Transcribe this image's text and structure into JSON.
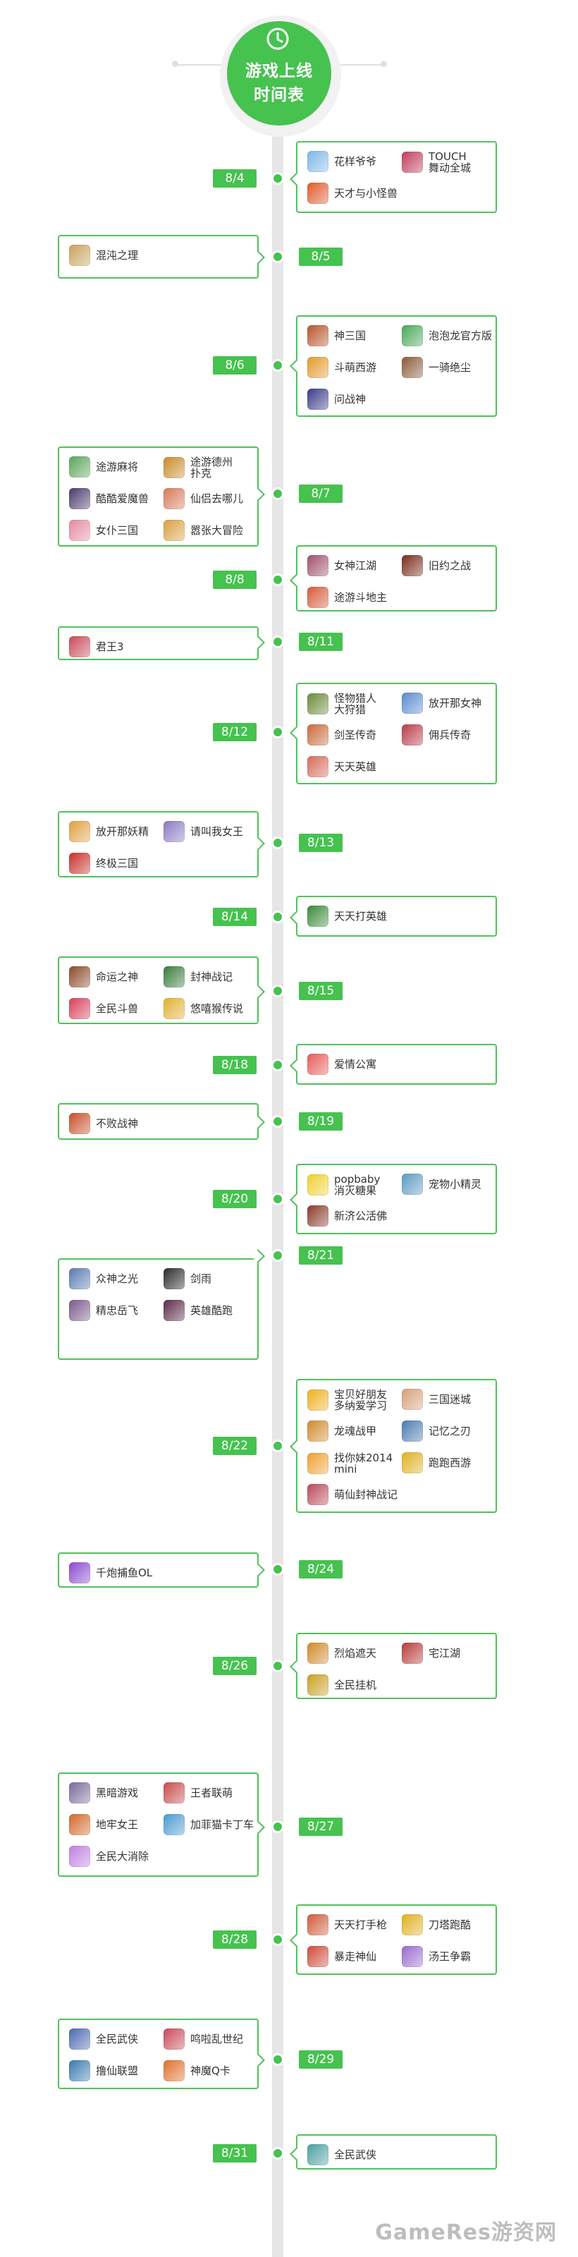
{
  "header": {
    "title_line1": "游戏上线",
    "title_line2": "时间表",
    "accent": "#46c24f"
  },
  "entries": [
    {
      "date": "8/4",
      "side": "right",
      "games": [
        {
          "name": "花样爷爷",
          "icon": "grandpa-game-icon",
          "color": "#7fb7e6"
        },
        {
          "name": "TOUCH\n舞动全城",
          "icon": "touch-dance-icon",
          "color": "#c23b5b"
        },
        {
          "name": "天才与小怪兽",
          "icon": "genius-monster-icon",
          "color": "#e05a2a"
        }
      ]
    },
    {
      "date": "8/5",
      "side": "left",
      "games": [
        {
          "name": "混沌之理",
          "icon": "chaos-theory-icon",
          "color": "#c9a15c"
        }
      ]
    },
    {
      "date": "8/6",
      "side": "right",
      "games": [
        {
          "name": "神三国",
          "icon": "god-three-kingdoms-icon",
          "color": "#b8542a"
        },
        {
          "name": "泡泡龙官方版",
          "icon": "bubble-dragon-icon",
          "color": "#49a85a"
        },
        {
          "name": "斗萌西游",
          "icon": "dou-meng-xiyou-icon",
          "color": "#e49a2c"
        },
        {
          "name": "一骑绝尘",
          "icon": "one-rider-icon",
          "color": "#8a5a3a"
        },
        {
          "name": "问战神",
          "icon": "war-god-icon",
          "color": "#3a3a8a"
        }
      ]
    },
    {
      "date": "8/7",
      "side": "left",
      "games": [
        {
          "name": "途游麻将",
          "icon": "tuyou-mahjong-icon",
          "color": "#5aa55a"
        },
        {
          "name": "途游德州\n扑克",
          "icon": "tuyou-poker-icon",
          "color": "#c98a2a"
        },
        {
          "name": "酷酷爱魔兽",
          "icon": "kuku-warcraft-icon",
          "color": "#4a3a6a"
        },
        {
          "name": "仙侣去哪儿",
          "icon": "xianlv-icon",
          "color": "#d67a5a"
        },
        {
          "name": "女仆三国",
          "icon": "maid-three-kingdoms-icon",
          "color": "#e48aa0"
        },
        {
          "name": "嚣张大冒险",
          "icon": "arrogant-adventure-icon",
          "color": "#d9a040"
        }
      ]
    },
    {
      "date": "8/8",
      "side": "right",
      "games": [
        {
          "name": "女神江湖",
          "icon": "goddess-jianghu-icon",
          "color": "#a0506a"
        },
        {
          "name": "旧约之战",
          "icon": "old-testament-war-icon",
          "color": "#7a2a1a"
        },
        {
          "name": "途游斗地主",
          "icon": "tuyou-landlord-icon",
          "color": "#d65a3a"
        }
      ]
    },
    {
      "date": "8/11",
      "side": "left",
      "games": [
        {
          "name": "君王3",
          "icon": "king3-icon",
          "color": "#c84a5a"
        }
      ]
    },
    {
      "date": "8/12",
      "side": "right",
      "games": [
        {
          "name": "怪物猎人\n大狩猎",
          "icon": "monster-hunter-icon",
          "color": "#6a8a3a"
        },
        {
          "name": "放开那女神",
          "icon": "let-go-goddess-icon",
          "color": "#5a8ad0"
        },
        {
          "name": "剑圣传奇",
          "icon": "sword-saint-icon",
          "color": "#c86a3a"
        },
        {
          "name": "佣兵传奇",
          "icon": "mercenary-legend-icon",
          "color": "#b83a4a"
        },
        {
          "name": "天天英雄",
          "icon": "daily-hero-icon",
          "color": "#d66a5a"
        }
      ]
    },
    {
      "date": "8/13",
      "side": "left",
      "games": [
        {
          "name": "放开那妖精",
          "icon": "let-go-fairy-icon",
          "color": "#e0a040"
        },
        {
          "name": "请叫我女王",
          "icon": "call-me-queen-icon",
          "color": "#8a7ac0"
        },
        {
          "name": "终极三国",
          "icon": "ultimate-three-kingdoms-icon",
          "color": "#c8302a"
        }
      ]
    },
    {
      "date": "8/14",
      "side": "right",
      "games": [
        {
          "name": "天天打英雄",
          "icon": "daily-fight-hero-icon",
          "color": "#3a8a3a"
        }
      ]
    },
    {
      "date": "8/15",
      "side": "left",
      "games": [
        {
          "name": "命运之神",
          "icon": "fate-god-icon",
          "color": "#8a4a2a"
        },
        {
          "name": "封神战记",
          "icon": "fengshen-war-icon",
          "color": "#3a7a3a"
        },
        {
          "name": "全民斗兽",
          "icon": "all-beast-fight-icon",
          "color": "#d6405a"
        },
        {
          "name": "悠嘻猴传说",
          "icon": "youxi-monkey-icon",
          "color": "#e0b030"
        }
      ]
    },
    {
      "date": "8/18",
      "side": "right",
      "games": [
        {
          "name": "爱情公寓",
          "icon": "love-apartment-icon",
          "color": "#e85a5a"
        }
      ]
    },
    {
      "date": "8/19",
      "side": "left",
      "games": [
        {
          "name": "不败战神",
          "icon": "undefeated-god-icon",
          "color": "#c8502a"
        }
      ]
    },
    {
      "date": "8/20",
      "side": "right",
      "games": [
        {
          "name": "popbaby\n消灭糖果",
          "icon": "popbaby-icon",
          "color": "#f0d030"
        },
        {
          "name": "宠物小精灵",
          "icon": "pocket-monster-icon",
          "color": "#5a9ac0"
        },
        {
          "name": "新济公活佛",
          "icon": "ji-gong-icon",
          "color": "#8a3a2a"
        }
      ]
    },
    {
      "date": "8/21",
      "side": "left",
      "games": [
        {
          "name": "众神之光",
          "icon": "gods-light-icon",
          "color": "#5a7ab0"
        },
        {
          "name": "剑雨",
          "icon": "sword-rain-icon",
          "color": "#2a2a2a"
        },
        {
          "name": "精忠岳飞",
          "icon": "yue-fei-icon",
          "color": "#7a5a8a"
        },
        {
          "name": "英雄酷跑",
          "icon": "hero-run-icon",
          "color": "#5a2a4a"
        }
      ]
    },
    {
      "date": "8/22",
      "side": "right",
      "games": [
        {
          "name": "宝贝好朋友\n多纳爱学习",
          "icon": "dona-learn-icon",
          "color": "#f0b020"
        },
        {
          "name": "三国迷城",
          "icon": "three-kingdoms-maze-icon",
          "color": "#d6a07a"
        },
        {
          "name": "龙魂战甲",
          "icon": "dragon-armor-icon",
          "color": "#d08a2a"
        },
        {
          "name": "记忆之刃",
          "icon": "memory-blade-icon",
          "color": "#4a7ab0"
        },
        {
          "name": "找你妹2014\nmini",
          "icon": "find-sister-icon",
          "color": "#f0a030"
        },
        {
          "name": "跑跑西游",
          "icon": "run-xiyou-icon",
          "color": "#e0b020"
        },
        {
          "name": "萌仙封神战记",
          "icon": "cute-fengshen-icon",
          "color": "#b84a5a"
        }
      ]
    },
    {
      "date": "8/24",
      "side": "left",
      "games": [
        {
          "name": "千炮捕鱼OL",
          "icon": "fishing-ol-icon",
          "color": "#8a4ad0"
        }
      ]
    },
    {
      "date": "8/26",
      "side": "right",
      "games": [
        {
          "name": "烈焰遮天",
          "icon": "blazing-sky-icon",
          "color": "#d08a2a"
        },
        {
          "name": "宅江湖",
          "icon": "home-jianghu-icon",
          "color": "#b83a3a"
        },
        {
          "name": "全民挂机",
          "icon": "all-idle-icon",
          "color": "#c8a020"
        }
      ]
    },
    {
      "date": "8/27",
      "side": "left",
      "games": [
        {
          "name": "黑暗游戏",
          "icon": "dark-game-icon",
          "color": "#7a6a9a"
        },
        {
          "name": "王者联萌",
          "icon": "king-league-icon",
          "color": "#c84a4a"
        },
        {
          "name": "地牢女王",
          "icon": "dungeon-queen-icon",
          "color": "#d06a2a"
        },
        {
          "name": "加菲猫卡丁车",
          "icon": "garfield-kart-icon",
          "color": "#4a9ad0"
        },
        {
          "name": "全民大消除",
          "icon": "all-eliminate-icon",
          "color": "#c080e0"
        }
      ]
    },
    {
      "date": "8/28",
      "side": "right",
      "games": [
        {
          "name": "天天打手枪",
          "icon": "daily-pistol-icon",
          "color": "#d05a3a"
        },
        {
          "name": "刀塔跑酷",
          "icon": "dota-parkour-icon",
          "color": "#e0b020"
        },
        {
          "name": "暴走神仙",
          "icon": "rampage-immortal-icon",
          "color": "#d04a3a"
        },
        {
          "name": "汤王争霸",
          "icon": "tang-wang-icon",
          "color": "#9a6ad0"
        }
      ]
    },
    {
      "date": "8/29",
      "side": "left",
      "games": [
        {
          "name": "全民武侠",
          "icon": "all-wuxia-icon",
          "color": "#4a6ab0"
        },
        {
          "name": "鸣啦乱世纪",
          "icon": "chaos-century-icon",
          "color": "#c84a5a"
        },
        {
          "name": "撸仙联盟",
          "icon": "immortal-league-icon",
          "color": "#3a7ab0"
        },
        {
          "name": "神魔Q卡",
          "icon": "god-demon-card-icon",
          "color": "#e0702a"
        }
      ]
    },
    {
      "date": "8/31",
      "side": "right",
      "games": [
        {
          "name": "全民武侠",
          "icon": "all-wuxia-icon",
          "color": "#4aa0a0"
        }
      ]
    }
  ],
  "watermark": "GameRes游资网"
}
